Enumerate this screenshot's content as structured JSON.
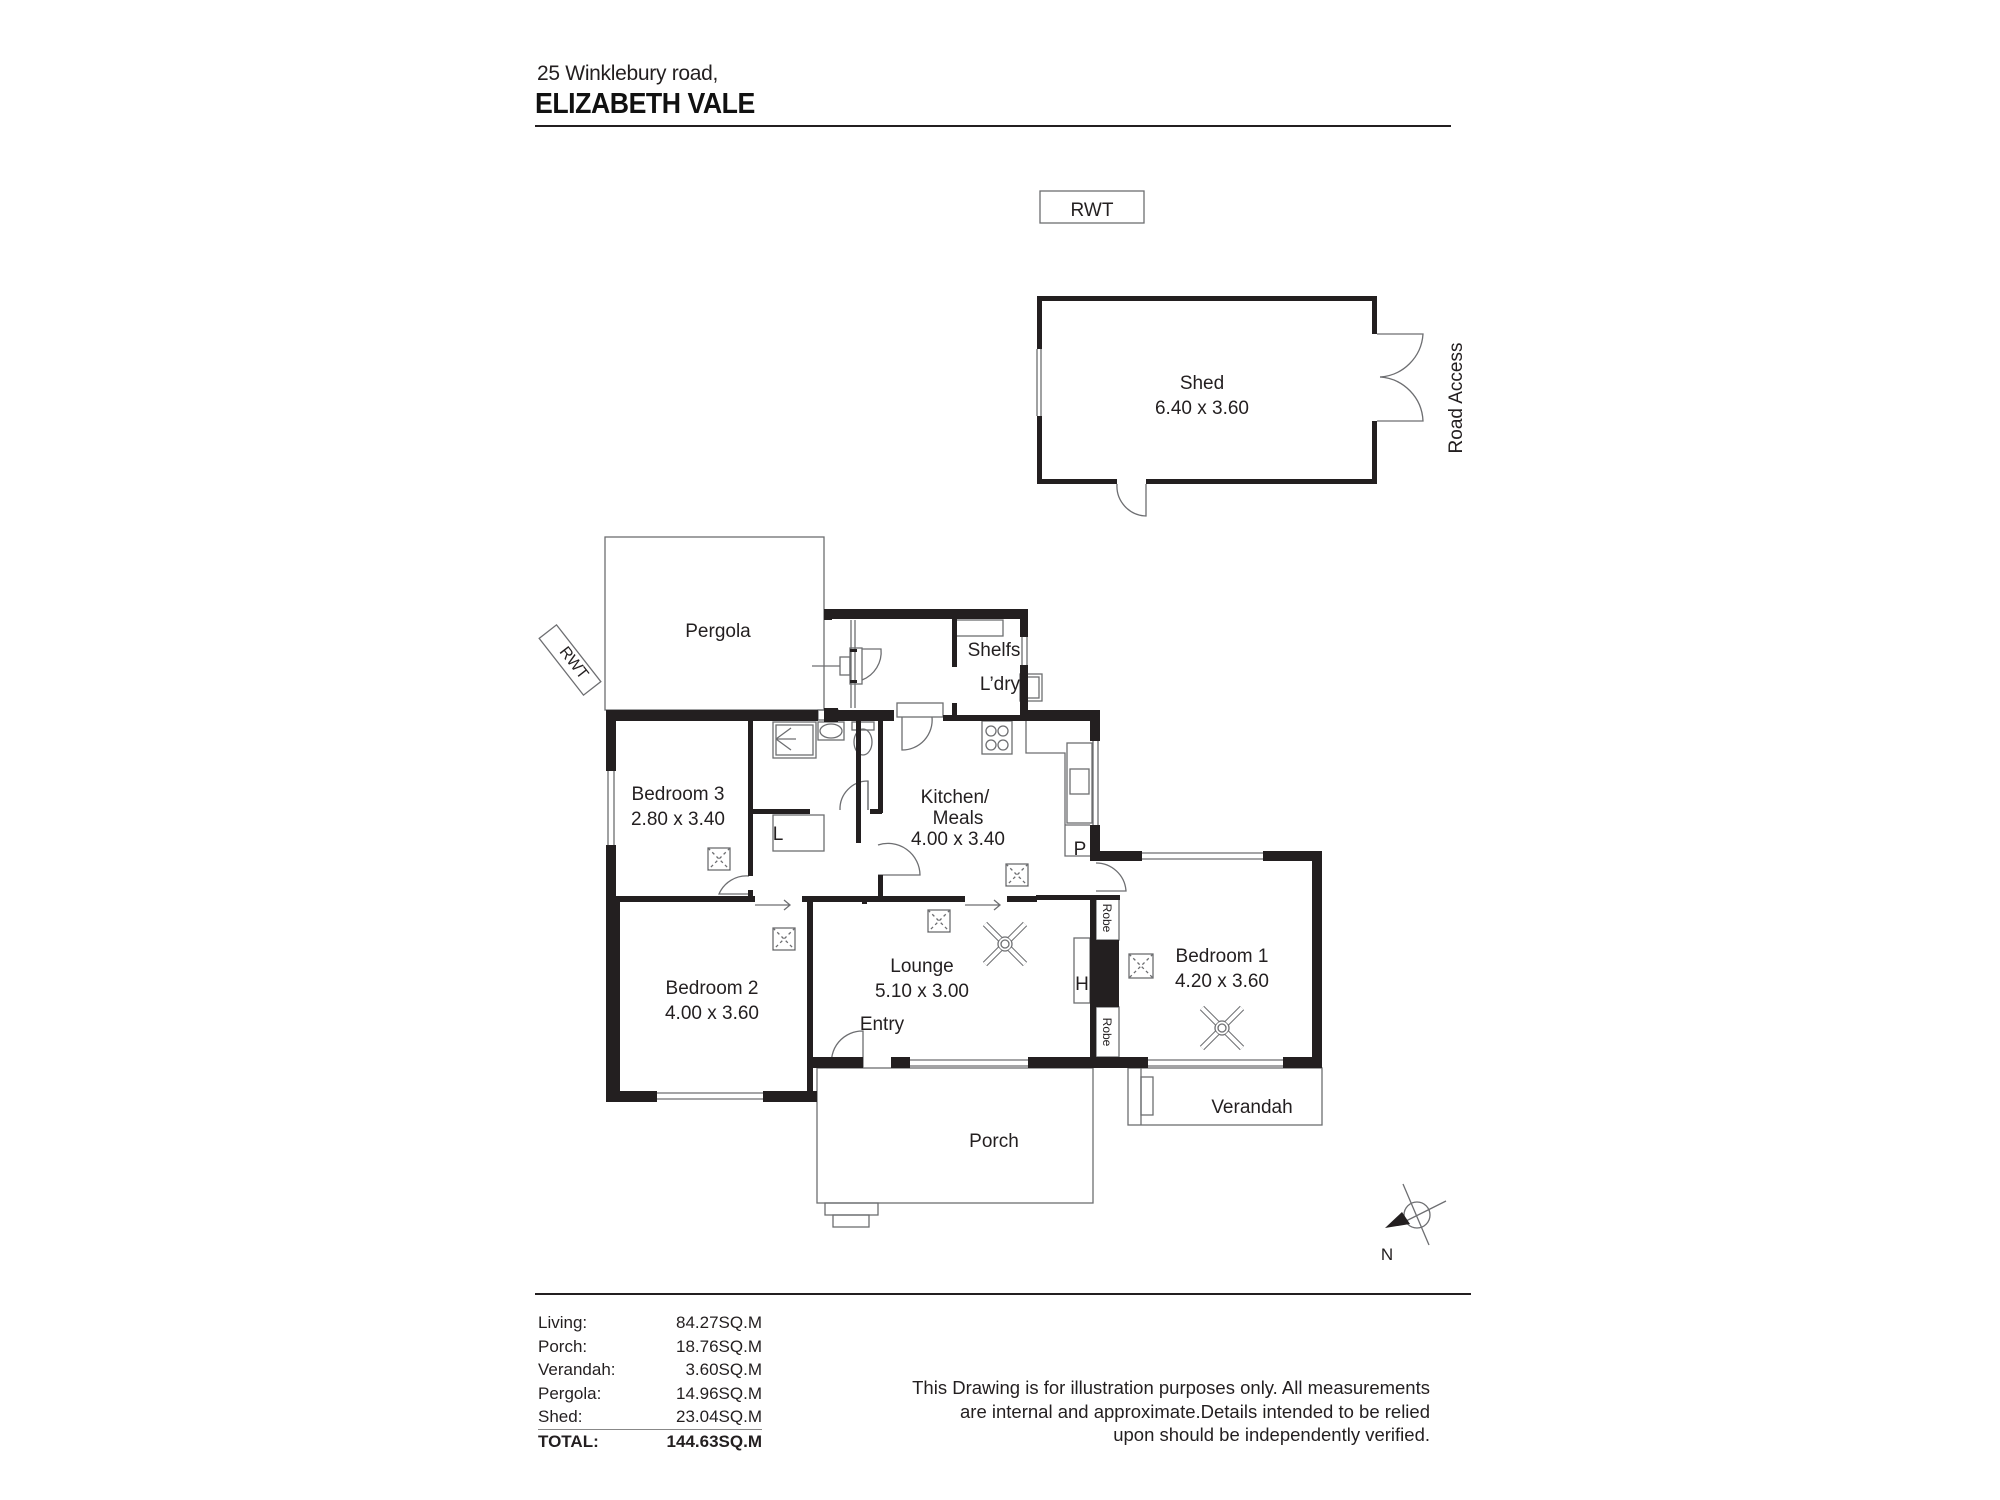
{
  "header": {
    "address": "25 Winklebury road,",
    "suburb": "ELIZABETH VALE"
  },
  "plan": {
    "rwt_top": "RWT",
    "rwt_side": "RWT",
    "shed": {
      "name": "Shed",
      "size": "6.40 x 3.60"
    },
    "road_access": "Road Access",
    "pergola": {
      "name": "Pergola"
    },
    "shelfs": "Shelfs",
    "laundry": "L’dry",
    "bedroom3": {
      "name": "Bedroom 3",
      "size": "2.80 x 3.40"
    },
    "linen": "L",
    "kitchen": {
      "name_line1": "Kitchen/",
      "name_line2": "Meals",
      "size": "4.00 x 3.40"
    },
    "pantry": "P",
    "bedroom2": {
      "name": "Bedroom 2",
      "size": "4.00 x 3.60"
    },
    "lounge": {
      "name": "Lounge",
      "size": "5.10 x 3.00"
    },
    "entry": "Entry",
    "heater": "H",
    "robe_upper": "Robe",
    "robe_lower": "Robe",
    "bedroom1": {
      "name": "Bedroom 1",
      "size": "4.20 x 3.60"
    },
    "verandah": "Verandah",
    "porch": "Porch",
    "compass_label": "N",
    "wall_color": "#231f20",
    "line_color": "#6d6e71"
  },
  "areas": [
    {
      "label": "Living:",
      "value": "84.27SQ.M"
    },
    {
      "label": "Porch:",
      "value": "18.76SQ.M"
    },
    {
      "label": "Verandah:",
      "value": "3.60SQ.M"
    },
    {
      "label": "Pergola:",
      "value": "14.96SQ.M"
    },
    {
      "label": "Shed:",
      "value": "23.04SQ.M"
    }
  ],
  "total": {
    "label": "TOTAL:",
    "value": "144.63SQ.M"
  },
  "disclaimer": {
    "line1": "This Drawing is for illustration purposes only. All measurements",
    "line2": "are internal and approximate.Details intended to be relied",
    "line3": "upon should be independently verified."
  }
}
